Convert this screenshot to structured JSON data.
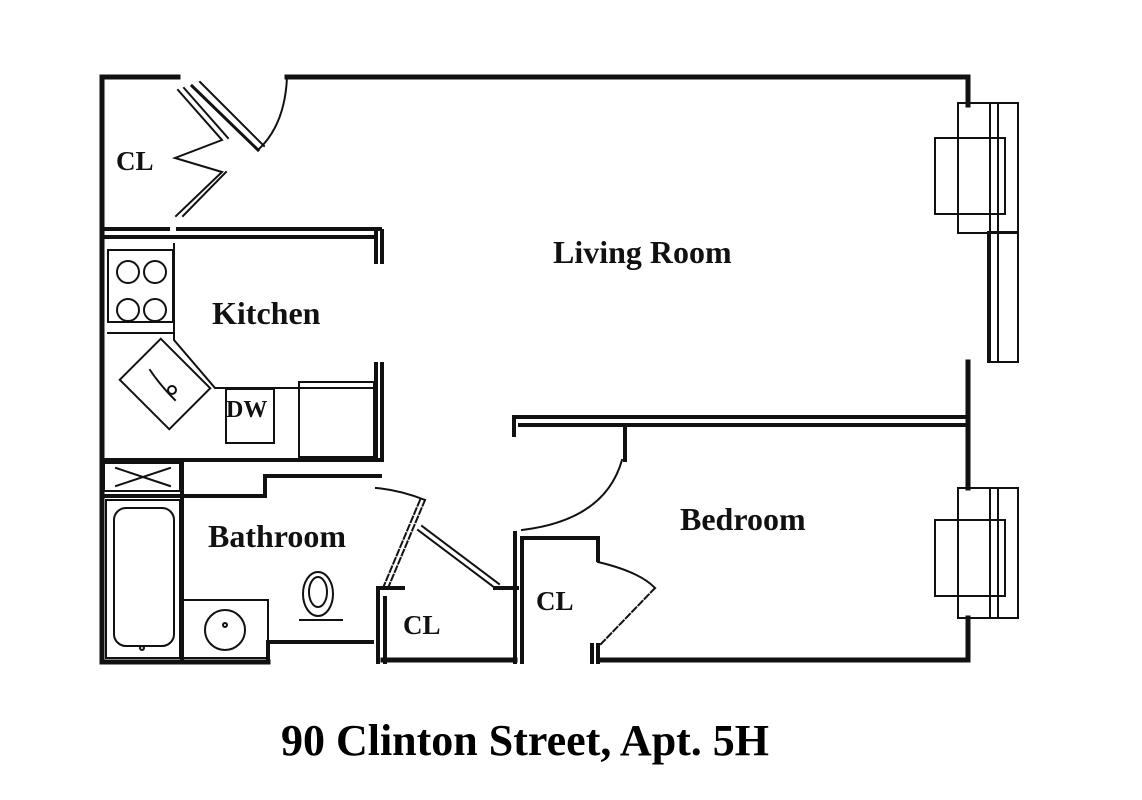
{
  "title": "90 Clinton Street, Apt. 5H",
  "rooms": {
    "closet_entry": {
      "label": "CL"
    },
    "living_room": {
      "label": "Living Room"
    },
    "kitchen": {
      "label": "Kitchen"
    },
    "dishwasher": {
      "label": "DW"
    },
    "bathroom": {
      "label": "Bathroom"
    },
    "closet_hall": {
      "label": "CL"
    },
    "closet_bedroom": {
      "label": "CL"
    },
    "bedroom": {
      "label": "Bedroom"
    }
  },
  "colors": {
    "wall": "#111111",
    "background": "#ffffff",
    "text": "#111111"
  }
}
